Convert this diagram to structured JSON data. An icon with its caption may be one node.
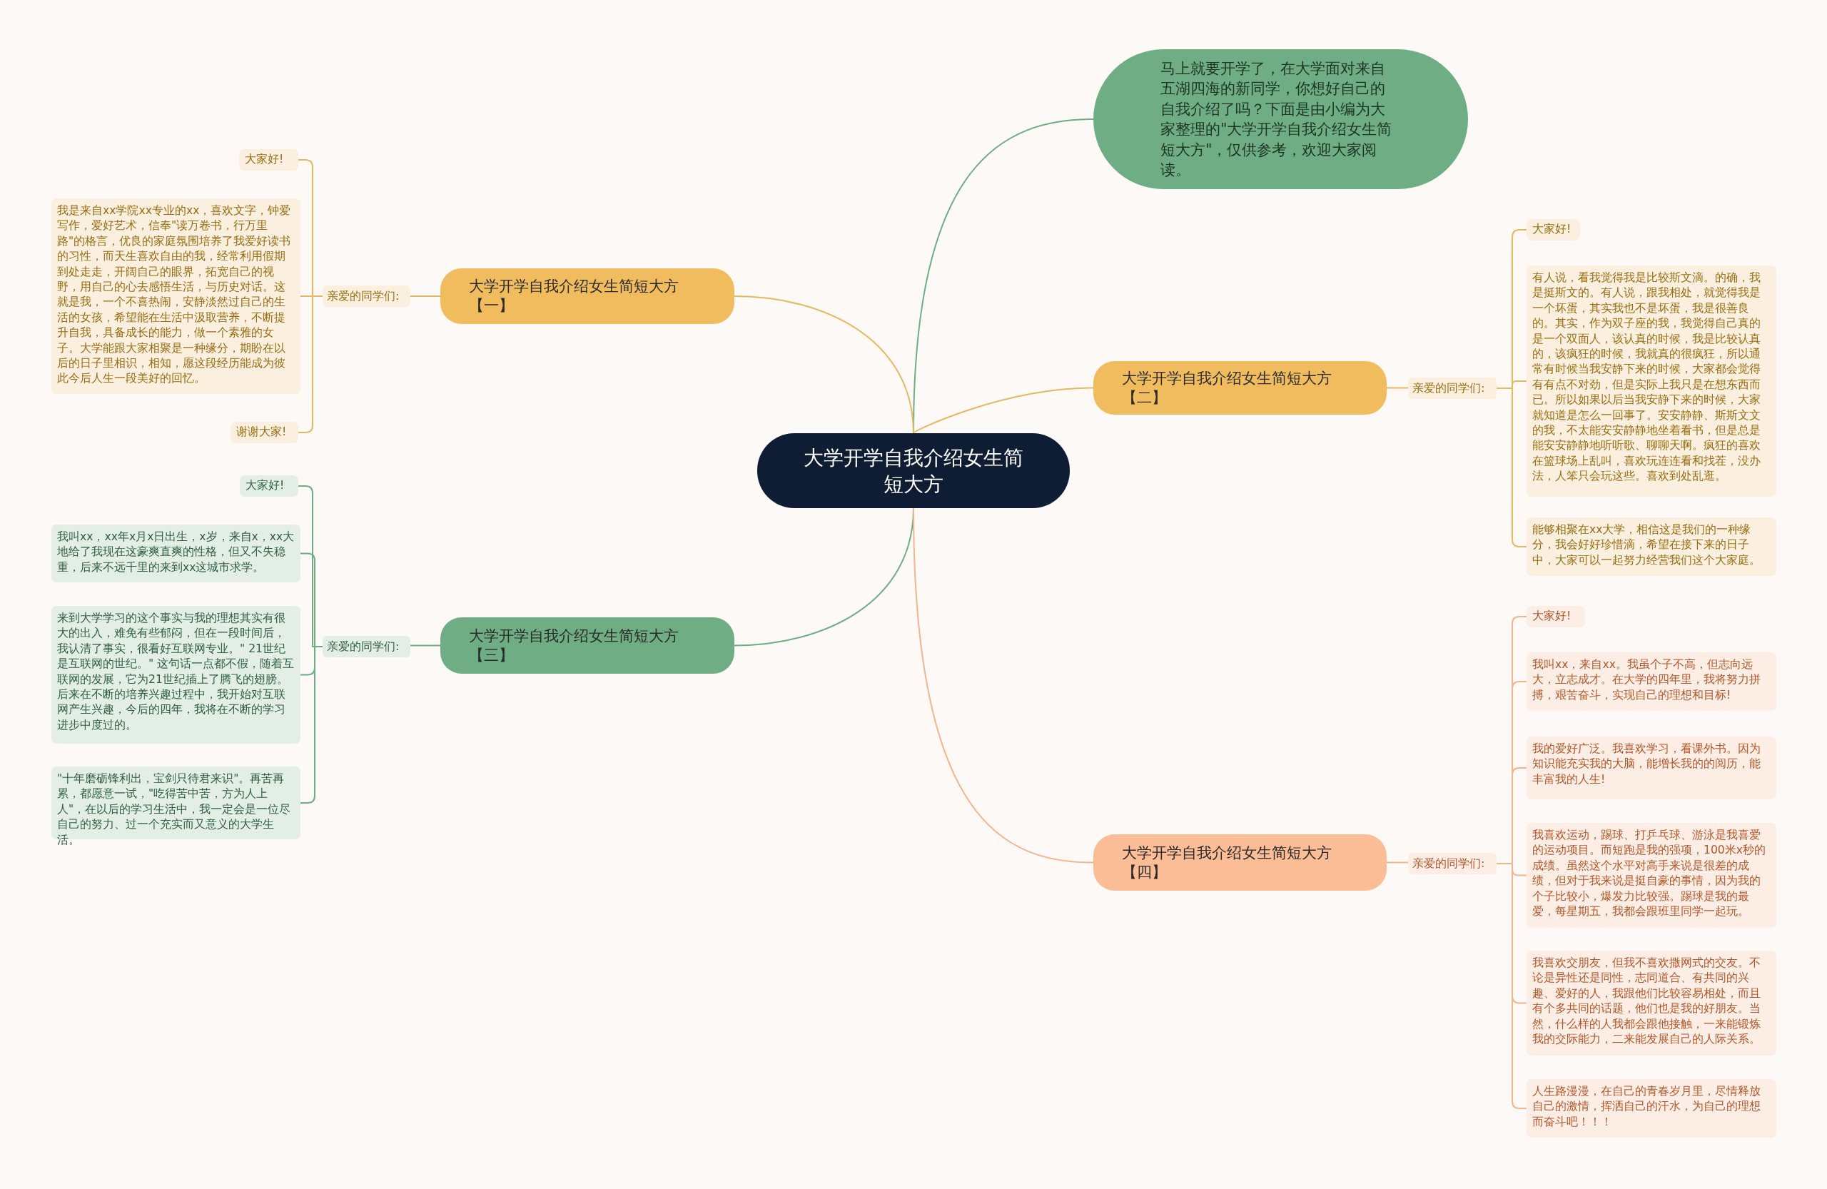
{
  "diagram": {
    "nodes": [
      {
        "text": [
          "大学开学自我介绍女生简短大方"
        ]
      },
      {
        "text": [
          "马上就要开学了，在大学面对来自五湖四海的新同学，你想好自己的自我介绍了吗？下面是由小编为大家整理的\"大学开学自我介绍女生简短大方\"，仅供参考，欢迎大家阅读。"
        ]
      },
      {
        "text": [
          "大学开学自我介绍女生简短大方【一】"
        ]
      },
      {
        "text": [
          "亲爱的同学们:"
        ]
      },
      {
        "text": [
          "大家好!"
        ]
      },
      {
        "text": [
          "我是来自xx学院xx专业的xx，喜欢文字，钟爱写作，爱好艺术，信奉\"读万卷书，行万里路\"的格言，优良的家庭氛围培养了我爱好读书的习性，而天生喜欢自由的我，经常利用假期到处走走，开阔自己的眼界，拓宽自己的视野，用自己的心去感悟生活，与历史对话。这就是我，一个不喜热闹，安静淡然过自己的生活的女孩，希望能在生活中汲取营养，不断提升自我，具备成长的能力，做一个素雅的女子。大学能跟大家相聚是一种缘分，期盼在以后的日子里相识，相知，愿这段经历能成为彼此今后人生一段美好的回忆。"
        ]
      },
      {
        "text": [
          "谢谢大家!"
        ]
      },
      {
        "text": [
          "大学开学自我介绍女生简短大方【三】"
        ]
      },
      {
        "text": [
          "亲爱的同学们:"
        ]
      },
      {
        "text": [
          "大家好!"
        ]
      },
      {
        "text": [
          "我叫xx，xx年x月x日出生，x岁，来自x，xx大地给了我现在这豪爽直爽的性格，但又不失稳重，后来不远千里的来到xx这城市求学。"
        ]
      },
      {
        "text": [
          "来到大学学习的这个事实与我的理想其实有很大的出入，难免有些郁闷，但在一段时间后，我认清了事实，很看好互联网专业。\" 21世纪是互联网的世纪。\" 这句话一点都不假，随着互联网的发展，它为21世纪插上了腾飞的翅膀。后来在不断的培养兴趣过程中，我开始对互联网产生兴趣，今后的四年，我将在不断的学习进步中度过的。"
        ]
      },
      {
        "text": [
          "\"十年磨砺锋利出，宝剑只待君来识\"。再苦再累，都愿意一试，\"吃得苦中苦，方为人上人\"，在以后的学习生活中，我一定会是一位尽自己的努力、过一个充实而又意义的大学生活。"
        ]
      },
      {
        "text": [
          "大学开学自我介绍女生简短大方【二】"
        ]
      },
      {
        "text": [
          "亲爱的同学们:"
        ]
      },
      {
        "text": [
          "大家好!"
        ]
      },
      {
        "text": [
          "有人说，看我觉得我是比较斯文滴。的确，我是挺斯文的。有人说，跟我相处，就觉得我是一个坏蛋，其实我也不是坏蛋，我是很善良的。其实，作为双子座的我，我觉得自己真的是一个双面人，该认真的时候，我是比较认真的，该疯狂的时候，我就真的很疯狂，所以通常有时候当我安静下来的时候，大家都会觉得有有点不对劲，但是实际上我只是在想东西而已。所以如果以后当我安静下来的时候，大家就知道是怎么一回事了。安安静静、斯斯文文的我，不太能安安静静地坐着看书，但是总是能安安静静地听听歌、聊聊天啊。疯狂的喜欢在篮球场上乱叫，喜欢玩连连看和找茬，没办法，人笨只会玩这些。喜欢到处乱逛。"
        ]
      },
      {
        "text": [
          "能够相聚在xx大学，相信这是我们的一种缘分，我会好好珍惜滴，希望在接下来的日子中，大家可以一起努力经营我们这个大家庭。"
        ]
      },
      {
        "text": [
          "大学开学自我介绍女生简短大方【四】"
        ]
      },
      {
        "text": [
          "亲爱的同学们:"
        ]
      },
      {
        "text": [
          "大家好!"
        ]
      },
      {
        "text": [
          "我叫xx，来自xx。我虽个子不高，但志向远大，立志成才。在大学的四年里，我将努力拼搏，艰苦奋斗，实现自己的理想和目标!"
        ]
      },
      {
        "text": [
          "我的爱好广泛。我喜欢学习，看课外书。因为知识能充实我的大脑，能增长我的的阅历，能丰富我的人生!"
        ]
      },
      {
        "text": [
          "我喜欢运动，踢球、打乒乓球、游泳是我喜爱的运动项目。而短跑是我的强项，100米x秒的成绩。虽然这个水平对高手来说是很差的成绩，但对于我来说是挺自豪的事情，因为我的个子比较小，爆发力比较强。踢球是我的最爱，每星期五，我都会跟班里同学一起玩。"
        ]
      },
      {
        "text": [
          "我喜欢交朋友，但我不喜欢撒网式的交友。不论是异性还是同性，志同道合、有共同的兴趣、爱好的人，我跟他们比较容易相处，而且有个多共同的话题，他们也是我的好朋友。当然，什么样的人我都会跟他接触，一来能锻炼我的交际能力，二来能发展自己的人际关系。"
        ]
      },
      {
        "text": [
          "人生路漫漫，在自己的青春岁月里，尽情释放自己的激情，挥洒自己的汗水，为自己的理想而奋斗吧！！！"
        ]
      }
    ],
    "edges": [
      {
        "from": 0,
        "to": 1,
        "arrow": "none",
        "color": "#6fae84"
      },
      {
        "from": 0,
        "to": 2,
        "arrow": "none"
      },
      {
        "from": 2,
        "to": 3,
        "arrow": "none"
      },
      {
        "from": 3,
        "to": 4,
        "arrow": "none"
      },
      {
        "from": 3,
        "to": 5,
        "arrow": "none"
      },
      {
        "from": 3,
        "to": 6,
        "arrow": "none"
      },
      {
        "from": 0,
        "to": 7,
        "arrow": "none",
        "color": "#6fae84"
      },
      {
        "from": 7,
        "to": 8,
        "arrow": "none",
        "color": "#6fae84"
      },
      {
        "from": 8,
        "to": 9,
        "arrow": "none",
        "color": "#6fae84"
      },
      {
        "from": 8,
        "to": 10,
        "arrow": "none",
        "color": "#6fae84"
      },
      {
        "from": 8,
        "to": 11,
        "arrow": "none",
        "color": "#6fae84"
      },
      {
        "from": 8,
        "to": 12,
        "arrow": "none",
        "color": "#6fae84"
      },
      {
        "from": 0,
        "to": 13,
        "arrow": "none"
      },
      {
        "from": 13,
        "to": 14,
        "arrow": "none"
      },
      {
        "from": 14,
        "to": 15,
        "arrow": "none"
      },
      {
        "from": 14,
        "to": 16,
        "arrow": "none"
      },
      {
        "from": 14,
        "to": 17,
        "arrow": "none"
      },
      {
        "from": 0,
        "to": 18,
        "arrow": "none",
        "color": "#f4b48e"
      },
      {
        "from": 18,
        "to": 19,
        "arrow": "none",
        "color": "#f4b48e"
      },
      {
        "from": 19,
        "to": 20,
        "arrow": "none",
        "color": "#f4b48e"
      },
      {
        "from": 19,
        "to": 21,
        "arrow": "none",
        "color": "#f4b48e"
      },
      {
        "from": 19,
        "to": 22,
        "arrow": "none",
        "color": "#f4b48e"
      },
      {
        "from": 19,
        "to": 23,
        "arrow": "none",
        "color": "#f4b48e"
      },
      {
        "from": 19,
        "to": 24,
        "arrow": "none",
        "color": "#f4b48e"
      },
      {
        "from": 19,
        "to": 25,
        "arrow": "none",
        "color": "#f4b48e"
      }
    ]
  }
}
